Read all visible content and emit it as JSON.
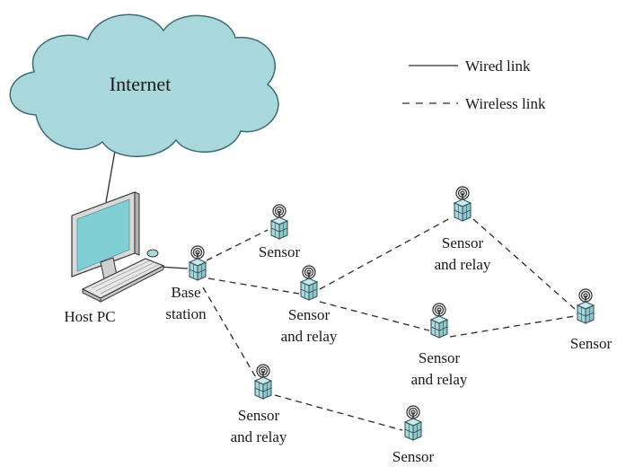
{
  "legend": {
    "wired_label": "Wired link",
    "wireless_label": "Wireless link"
  },
  "cloud": {
    "label": "Internet",
    "fill": "#a9d8dc",
    "stroke": "#3c6d73"
  },
  "host": {
    "label": "Host PC",
    "screen_color": "#7fd0d4"
  },
  "base_station": {
    "line1": "Base",
    "line2": "station"
  },
  "nodes": [
    {
      "id": "sensor-top",
      "line1": "Sensor",
      "line2": ""
    },
    {
      "id": "relay-top-right",
      "line1": "Sensor",
      "line2": "and relay"
    },
    {
      "id": "relay-middle",
      "line1": "Sensor",
      "line2": "and relay"
    },
    {
      "id": "relay-middle-right",
      "line1": "Sensor",
      "line2": "and relay"
    },
    {
      "id": "sensor-right",
      "line1": "Sensor",
      "line2": ""
    },
    {
      "id": "relay-bottom-left",
      "line1": "Sensor",
      "line2": "and relay"
    },
    {
      "id": "sensor-bottom",
      "line1": "Sensor",
      "line2": ""
    }
  ],
  "colors": {
    "node_fill": "#a9d8dc",
    "node_stroke": "#2d4f53",
    "line": "#2a2a2a"
  }
}
